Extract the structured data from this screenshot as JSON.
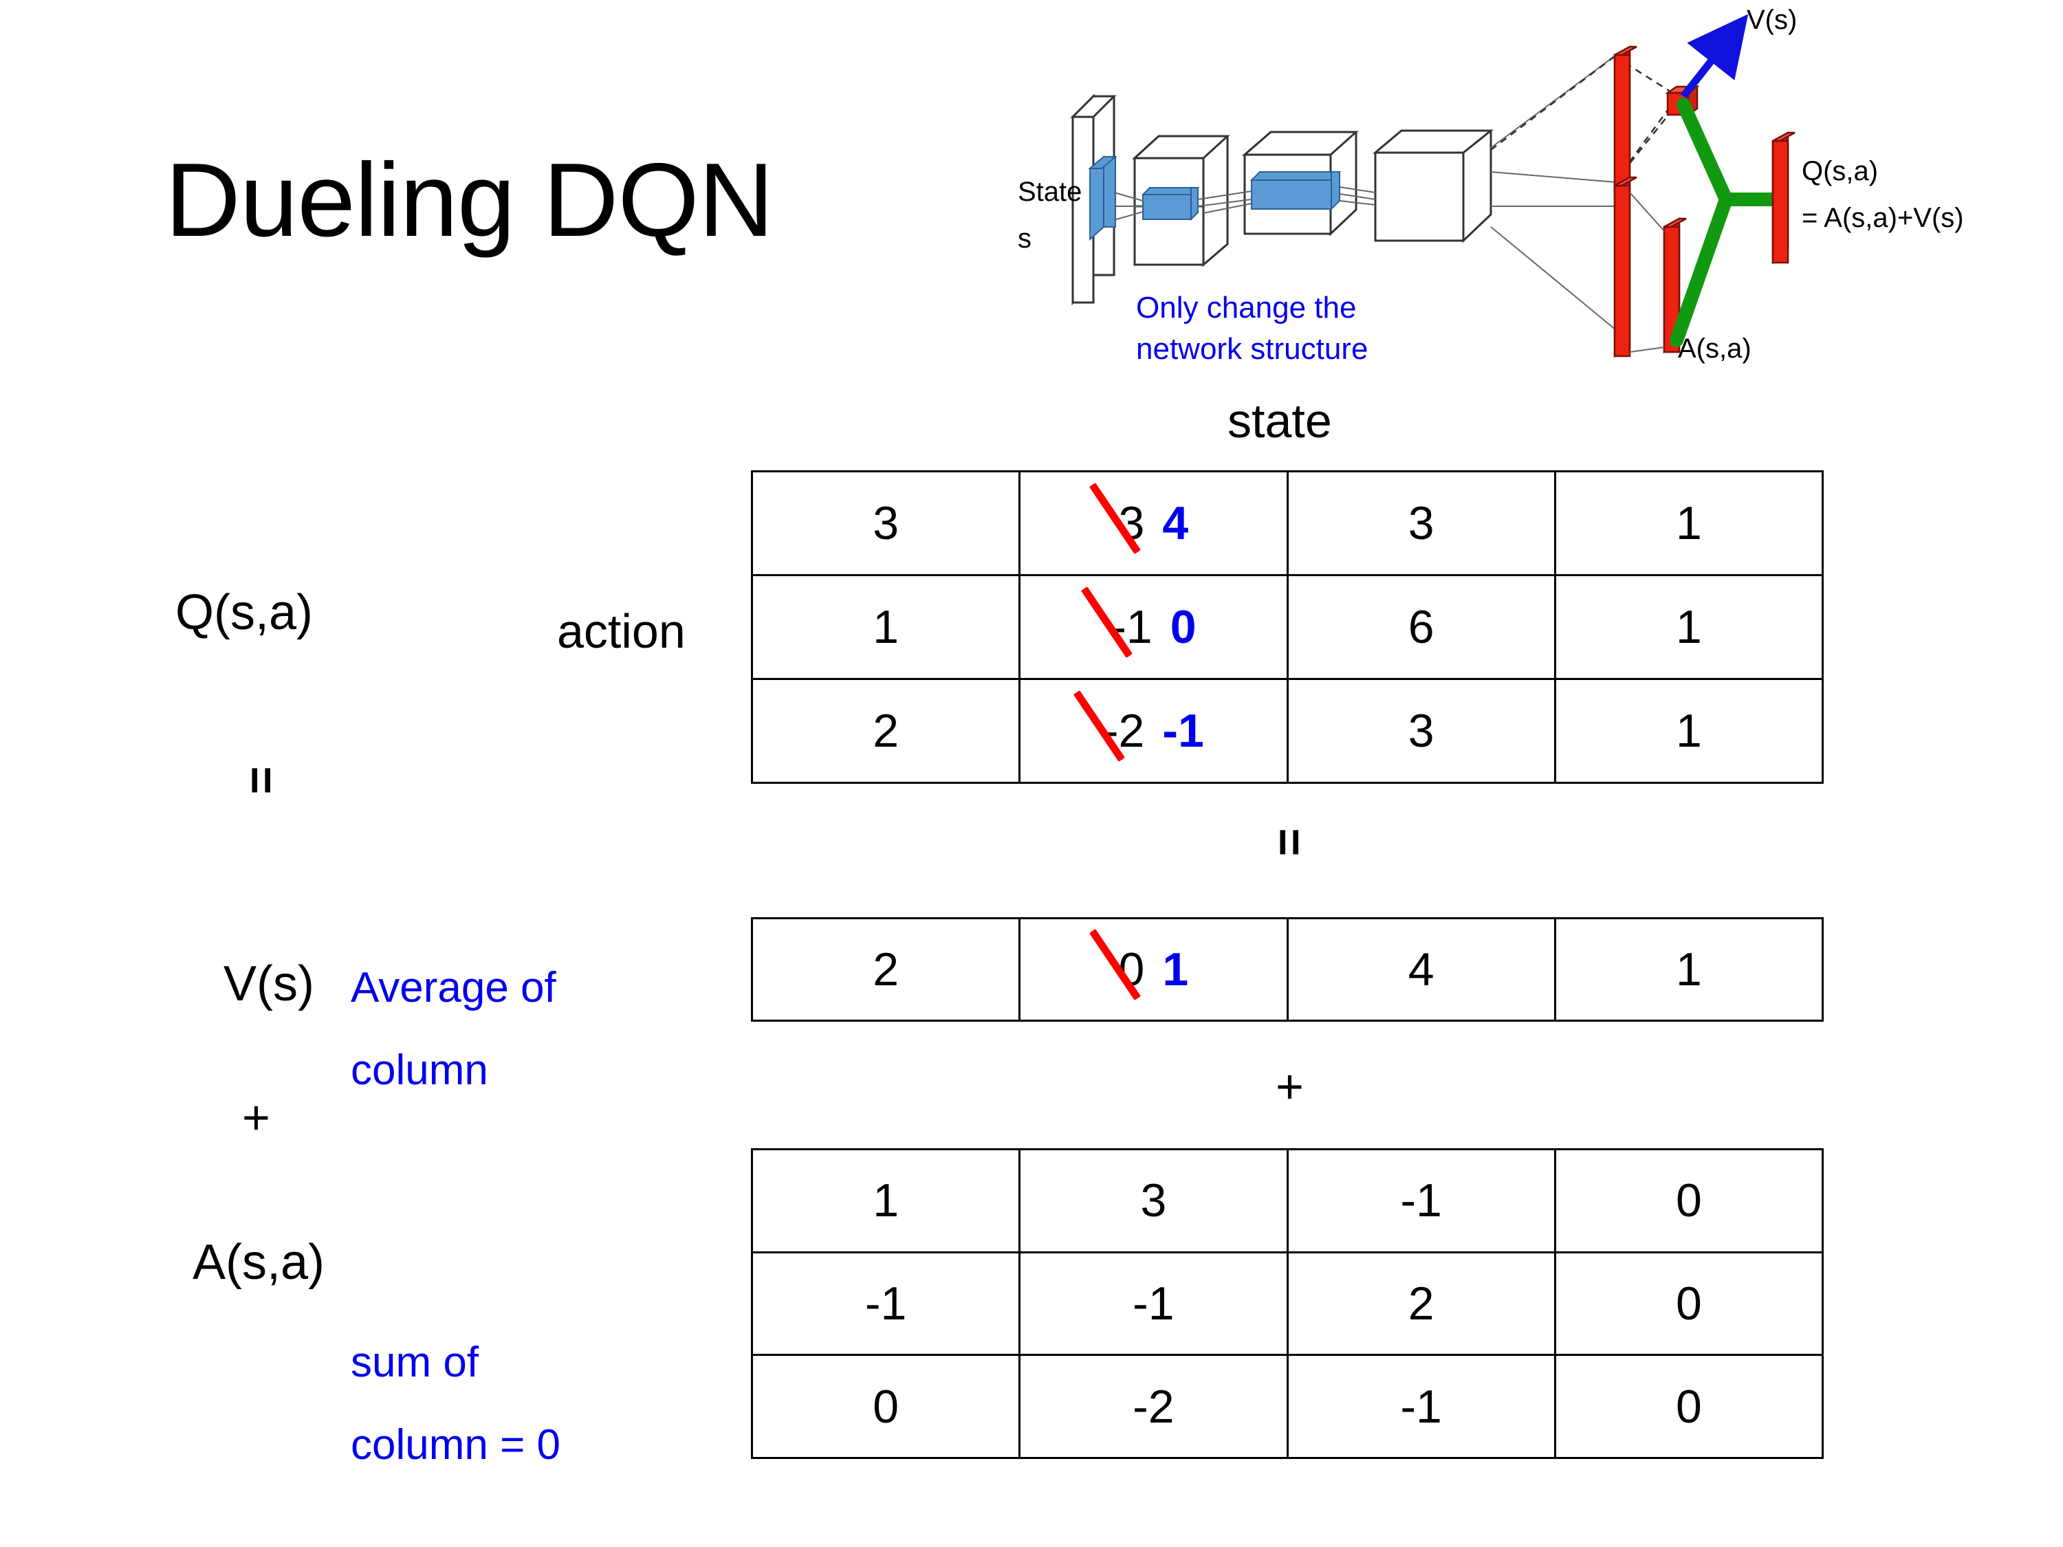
{
  "slide": {
    "title": "Dueling DQN",
    "background": "#ffffff"
  },
  "colors": {
    "accent_blue": "#0000EE",
    "strike_red": "#FF0000",
    "text_black": "#000000",
    "diagram_red": "#EE2211",
    "diagram_green": "#119911",
    "diagram_blue_block": "#5B9BD5"
  },
  "diagram": {
    "input_label_line1": "State",
    "input_label_line2": "s",
    "note_line1": "Only change the",
    "note_line2": "network structure",
    "value_head_label": "V(s)",
    "advantage_head_label": "A(s,a)",
    "output_label_line1": "Q(s,a)",
    "output_label_line2": "= A(s,a)+V(s)"
  },
  "labels": {
    "state_axis": "state",
    "action_axis": "action",
    "q_label": "Q(s,a)",
    "v_label": "V(s)",
    "a_label": "A(s,a)",
    "equals_left": "=",
    "plus_left": "+",
    "equals_mid": "=",
    "plus_mid": "+",
    "v_note_line1": "Average of",
    "v_note_line2": "column",
    "a_note_line1": "sum of",
    "a_note_line2": "column = 0"
  },
  "chart_data": {
    "type": "table",
    "title": "Dueling DQN  Q(s,a) = V(s) + A(s,a)",
    "xlabel": "state",
    "ylabel": "action",
    "tables": [
      {
        "name": "Q(s,a)",
        "rows": 3,
        "cols": 4,
        "values": [
          [
            "3",
            "3",
            "3",
            "1"
          ],
          [
            "1",
            "-1",
            "6",
            "1"
          ],
          [
            "2",
            "-2",
            "3",
            "1"
          ]
        ],
        "corrections": [
          {
            "row": 0,
            "col": 1,
            "old": "3",
            "new": "4"
          },
          {
            "row": 1,
            "col": 1,
            "old": "-1",
            "new": "0"
          },
          {
            "row": 2,
            "col": 1,
            "old": "-2",
            "new": "-1"
          }
        ]
      },
      {
        "name": "V(s)",
        "rows": 1,
        "cols": 4,
        "values": [
          [
            "2",
            "0",
            "4",
            "1"
          ]
        ],
        "corrections": [
          {
            "row": 0,
            "col": 1,
            "old": "0",
            "new": "1"
          }
        ]
      },
      {
        "name": "A(s,a)",
        "rows": 3,
        "cols": 4,
        "values": [
          [
            "1",
            "3",
            "-1",
            "0"
          ],
          [
            "-1",
            "-1",
            "2",
            "0"
          ],
          [
            "0",
            "-2",
            "-1",
            "0"
          ]
        ],
        "corrections": []
      }
    ]
  }
}
